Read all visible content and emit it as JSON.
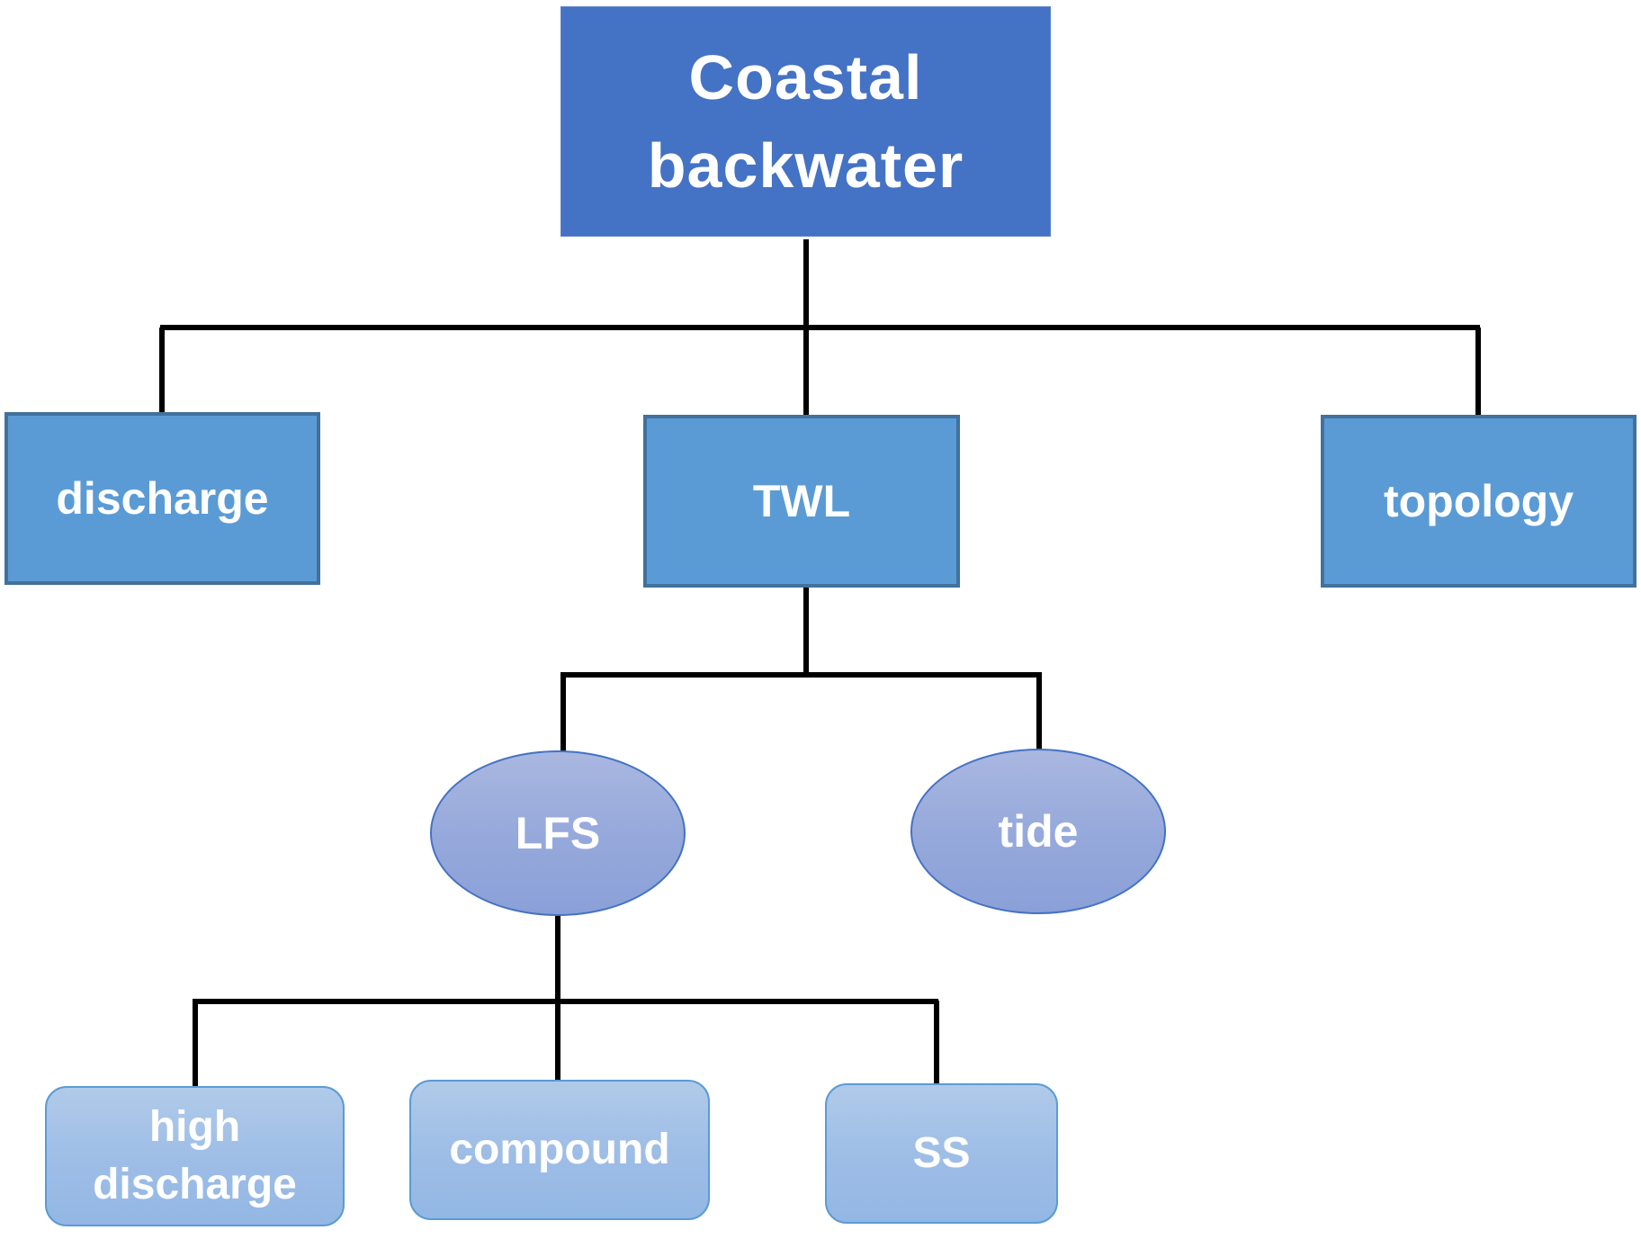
{
  "diagram": {
    "type": "hierarchy-tree",
    "colors": {
      "root_fill": "#4472c4",
      "level1_fill": "#5b9bd5",
      "level1_border": "#41719c",
      "ellipse_fill": "#9aabdc",
      "ellipse_border": "#4472c4",
      "leaf_fill": "#a3c1e7",
      "leaf_border": "#5b9bd5",
      "connector": "#000000",
      "text": "#ffffff"
    },
    "root": {
      "id": "coastal-backwater",
      "label": "Coastal\nbackwater",
      "shape": "rectangle"
    },
    "level1": [
      {
        "id": "discharge",
        "label": "discharge",
        "shape": "rectangle",
        "parent": "coastal-backwater"
      },
      {
        "id": "twl",
        "label": "TWL",
        "shape": "rectangle",
        "parent": "coastal-backwater"
      },
      {
        "id": "topology",
        "label": "topology",
        "shape": "rectangle",
        "parent": "coastal-backwater"
      }
    ],
    "level2": [
      {
        "id": "lfs",
        "label": "LFS",
        "shape": "ellipse",
        "parent": "twl"
      },
      {
        "id": "tide",
        "label": "tide",
        "shape": "ellipse",
        "parent": "twl"
      }
    ],
    "level3": [
      {
        "id": "high-discharge",
        "label": "high\ndischarge",
        "shape": "rounded-rectangle",
        "parent": "lfs"
      },
      {
        "id": "compound",
        "label": "compound",
        "shape": "rounded-rectangle",
        "parent": "lfs"
      },
      {
        "id": "ss",
        "label": "SS",
        "shape": "rounded-rectangle",
        "parent": "lfs"
      }
    ],
    "edges": [
      [
        "coastal-backwater",
        "discharge"
      ],
      [
        "coastal-backwater",
        "twl"
      ],
      [
        "coastal-backwater",
        "topology"
      ],
      [
        "twl",
        "lfs"
      ],
      [
        "twl",
        "tide"
      ],
      [
        "lfs",
        "high-discharge"
      ],
      [
        "lfs",
        "compound"
      ],
      [
        "lfs",
        "ss"
      ]
    ]
  }
}
